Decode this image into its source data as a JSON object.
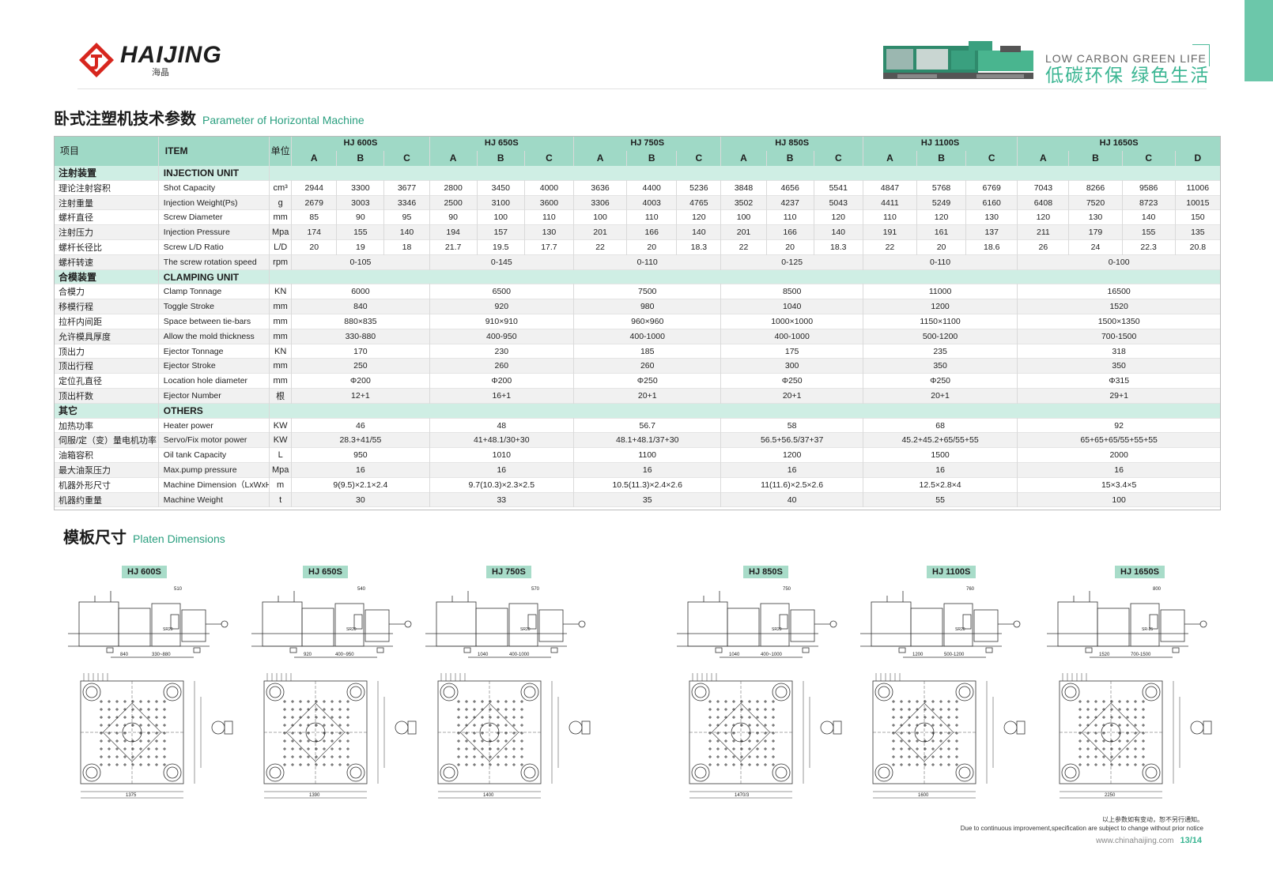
{
  "brand": {
    "name_en": "HAIJING",
    "name_cn": "海晶",
    "accent": "#3ab592",
    "logo_red": "#d7261e"
  },
  "slogan": {
    "en": "LOW CARBON GREEN LIFE",
    "cn": "低碳环保  绿色生活"
  },
  "section1": {
    "title_cn": "卧式注塑机技术参数",
    "title_en": "Parameter of Horizontal Machine"
  },
  "section2": {
    "title_cn": "模板尺寸",
    "title_en": "Platen Dimensions"
  },
  "table": {
    "header": {
      "item_cn": "项目",
      "item_en": "ITEM",
      "unit": "单位"
    },
    "models": [
      {
        "name": "HJ 600S",
        "subs": [
          "A",
          "B",
          "C"
        ]
      },
      {
        "name": "HJ 650S",
        "subs": [
          "A",
          "B",
          "C"
        ]
      },
      {
        "name": "HJ 750S",
        "subs": [
          "A",
          "B",
          "C"
        ]
      },
      {
        "name": "HJ 850S",
        "subs": [
          "A",
          "B",
          "C"
        ]
      },
      {
        "name": "HJ 1100S",
        "subs": [
          "A",
          "B",
          "C"
        ]
      },
      {
        "name": "HJ 1650S",
        "subs": [
          "A",
          "B",
          "C",
          "D"
        ]
      }
    ],
    "sections": [
      {
        "cn": "注射装置",
        "en": "INJECTION UNIT",
        "rows": [
          {
            "cn": "理论注射容积",
            "en": "Shot Capacity",
            "unit": "cm³",
            "split": true,
            "values": [
              [
                "2944",
                "3300",
                "3677"
              ],
              [
                "2800",
                "3450",
                "4000"
              ],
              [
                "3636",
                "4400",
                "5236"
              ],
              [
                "3848",
                "4656",
                "5541"
              ],
              [
                "4847",
                "5768",
                "6769"
              ],
              [
                "7043",
                "8266",
                "9586",
                "11006"
              ]
            ]
          },
          {
            "cn": "注射重量",
            "en": "Injection Weight(Ps)",
            "unit": "g",
            "split": true,
            "values": [
              [
                "2679",
                "3003",
                "3346"
              ],
              [
                "2500",
                "3100",
                "3600"
              ],
              [
                "3306",
                "4003",
                "4765"
              ],
              [
                "3502",
                "4237",
                "5043"
              ],
              [
                "4411",
                "5249",
                "6160"
              ],
              [
                "6408",
                "7520",
                "8723",
                "10015"
              ]
            ]
          },
          {
            "cn": "螺杆直径",
            "en": "Screw Diameter",
            "unit": "mm",
            "split": true,
            "values": [
              [
                "85",
                "90",
                "95"
              ],
              [
                "90",
                "100",
                "110"
              ],
              [
                "100",
                "110",
                "120"
              ],
              [
                "100",
                "110",
                "120"
              ],
              [
                "110",
                "120",
                "130"
              ],
              [
                "120",
                "130",
                "140",
                "150"
              ]
            ]
          },
          {
            "cn": "注射压力",
            "en": "Injection Pressure",
            "unit": "Mpa",
            "split": true,
            "values": [
              [
                "174",
                "155",
                "140"
              ],
              [
                "194",
                "157",
                "130"
              ],
              [
                "201",
                "166",
                "140"
              ],
              [
                "201",
                "166",
                "140"
              ],
              [
                "191",
                "161",
                "137"
              ],
              [
                "211",
                "179",
                "155",
                "135"
              ]
            ]
          },
          {
            "cn": "螺杆长径比",
            "en": "Screw L/D Ratio",
            "unit": "L/D",
            "split": true,
            "values": [
              [
                "20",
                "19",
                "18"
              ],
              [
                "21.7",
                "19.5",
                "17.7"
              ],
              [
                "22",
                "20",
                "18.3"
              ],
              [
                "22",
                "20",
                "18.3"
              ],
              [
                "22",
                "20",
                "18.6"
              ],
              [
                "26",
                "24",
                "22.3",
                "20.8"
              ]
            ]
          },
          {
            "cn": "螺杆转速",
            "en": "The screw rotation speed",
            "unit": "rpm",
            "split": false,
            "values": [
              "0-105",
              "0-145",
              "0-110",
              "0-125",
              "0-110",
              "0-100"
            ]
          }
        ]
      },
      {
        "cn": "合模装置",
        "en": "CLAMPING UNIT",
        "rows": [
          {
            "cn": "合模力",
            "en": "Clamp Tonnage",
            "unit": "KN",
            "split": false,
            "values": [
              "6000",
              "6500",
              "7500",
              "8500",
              "11000",
              "16500"
            ]
          },
          {
            "cn": "移模行程",
            "en": "Toggle Stroke",
            "unit": "mm",
            "split": false,
            "values": [
              "840",
              "920",
              "980",
              "1040",
              "1200",
              "1520"
            ]
          },
          {
            "cn": "拉杆内间距",
            "en": "Space between tie-bars",
            "unit": "mm",
            "split": false,
            "values": [
              "880×835",
              "910×910",
              "960×960",
              "1000×1000",
              "1150×1100",
              "1500×1350"
            ]
          },
          {
            "cn": "允许模具厚度",
            "en": "Allow the mold thickness",
            "unit": "mm",
            "split": false,
            "values": [
              "330-880",
              "400-950",
              "400-1000",
              "400-1000",
              "500-1200",
              "700-1500"
            ]
          },
          {
            "cn": "顶出力",
            "en": "Ejector Tonnage",
            "unit": "KN",
            "split": false,
            "values": [
              "170",
              "230",
              "185",
              "175",
              "235",
              "318"
            ]
          },
          {
            "cn": "顶出行程",
            "en": "Ejector Stroke",
            "unit": "mm",
            "split": false,
            "values": [
              "250",
              "260",
              "260",
              "300",
              "350",
              "350"
            ]
          },
          {
            "cn": "定位孔直径",
            "en": "Location hole diameter",
            "unit": "mm",
            "split": false,
            "values": [
              "Φ200",
              "Φ200",
              "Φ250",
              "Φ250",
              "Φ250",
              "Φ315"
            ]
          },
          {
            "cn": "顶出杆数",
            "en": "Ejector Number",
            "unit": "根",
            "split": false,
            "values": [
              "12+1",
              "16+1",
              "20+1",
              "20+1",
              "20+1",
              "29+1"
            ]
          }
        ]
      },
      {
        "cn": "其它",
        "en": "OTHERS",
        "rows": [
          {
            "cn": "加热功率",
            "en": "Heater power",
            "unit": "KW",
            "split": false,
            "values": [
              "46",
              "48",
              "56.7",
              "58",
              "68",
              "92"
            ]
          },
          {
            "cn": "伺服/定（变）量电机功率",
            "en": "Servo/Fix  motor power",
            "unit": "KW",
            "split": false,
            "values": [
              "28.3+41/55",
              "41+48.1/30+30",
              "48.1+48.1/37+30",
              "56.5+56.5/37+37",
              "45.2+45.2+65/55+55",
              "65+65+65/55+55+55"
            ]
          },
          {
            "cn": "油箱容积",
            "en": "Oil tank Capacity",
            "unit": "L",
            "split": false,
            "values": [
              "950",
              "1010",
              "1100",
              "1200",
              "1500",
              "2000"
            ]
          },
          {
            "cn": "最大油泵压力",
            "en": "Max.pump pressure",
            "unit": "Mpa",
            "split": false,
            "values": [
              "16",
              "16",
              "16",
              "16",
              "16",
              "16"
            ]
          },
          {
            "cn": "机器外形尺寸",
            "en": "Machine Dimension（LxWxH）",
            "unit": "m",
            "split": false,
            "values": [
              "9(9.5)×2.1×2.4",
              "9.7(10.3)×2.3×2.5",
              "10.5(11.3)×2.4×2.6",
              "11(11.6)×2.5×2.6",
              "12.5×2.8×4",
              "15×3.4×5"
            ]
          },
          {
            "cn": "机器约重量",
            "en": "Machine Weight",
            "unit": "t",
            "split": false,
            "values": [
              "30",
              "33",
              "35",
              "40",
              "55",
              "100"
            ]
          }
        ]
      }
    ]
  },
  "drawings": [
    {
      "label": "HJ 600S",
      "stroke": "840",
      "mold": "330~880",
      "top": "510",
      "width": "1375",
      "sr": "SR20"
    },
    {
      "label": "HJ 650S",
      "stroke": "920",
      "mold": "400~950",
      "top": "540",
      "width": "1390",
      "sr": "SR20"
    },
    {
      "label": "HJ 750S",
      "stroke": "1040",
      "mold": "400-1000",
      "top": "570",
      "width": "1400",
      "sr": "SR20"
    },
    {
      "label": "HJ 850S",
      "stroke": "1040",
      "mold": "400~1000",
      "top": "750",
      "width": "1470/3",
      "sr": "SR20"
    },
    {
      "label": "HJ 1100S",
      "stroke": "1200",
      "mold": "500-1200",
      "top": "760",
      "width": "1600",
      "sr": "SR20"
    },
    {
      "label": "HJ 1650S",
      "stroke": "1520",
      "mold": "700-1500",
      "top": "800",
      "width": "2250",
      "sr": "SR-25"
    }
  ],
  "notice": {
    "cn": "以上参数如有变动，恕不另行通知。",
    "en": "Due to continuous improvement,specification are subject to change without prior notice"
  },
  "footer": {
    "website": "www.chinahaijing.com",
    "page": "13/14"
  }
}
